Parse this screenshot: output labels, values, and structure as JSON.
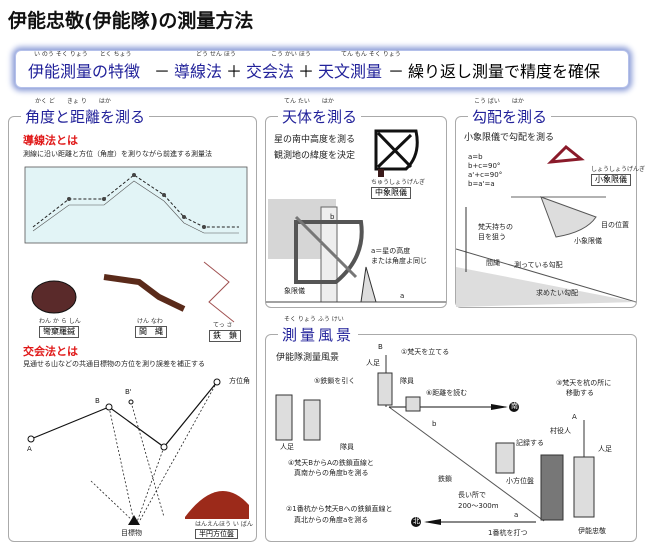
{
  "title": "伊能忠敬(伊能隊)の測量方法",
  "banner": {
    "items": [
      {
        "text": "伊能測量の特徴",
        "ruby": "い のう そく りょう　　とく ちょう"
      },
      {
        "text": "－"
      },
      {
        "text": "導線法",
        "ruby": "どう せん ほう"
      },
      {
        "text": "＋"
      },
      {
        "text": "交会法",
        "ruby": "こう かい ほう"
      },
      {
        "text": "＋"
      },
      {
        "text": "天文測量",
        "ruby": "てん もん そく りょう"
      },
      {
        "text": "－"
      },
      {
        "text": "繰り返し測量で精度を確保"
      }
    ]
  },
  "panel_angle": {
    "heading": "角度と距離を測る",
    "ruby": "かく ど　　きょ り　　はか",
    "dousen_title": "導線法とは",
    "dousen_desc": "測線に沿い距離と方位（角度）を測りながら前進する測量法",
    "instruments": [
      {
        "name": "彎窠羅鍼",
        "ruby": "わん か ら しん"
      },
      {
        "name": "間　縄",
        "ruby": "けん なわ"
      },
      {
        "name": "鉄　鎖",
        "ruby": "てっ さ"
      }
    ],
    "koukai_title": "交会法とは",
    "koukai_desc": "見通せる山などの共通目標物の方位を測り誤差を補正する",
    "labels": {
      "a": "A",
      "b": "B",
      "b2": "B'",
      "azimuth": "方位角",
      "target": "目標物"
    },
    "hanen": {
      "name": "半円方位盤",
      "ruby": "はんえんほう い ばん"
    }
  },
  "panel_sky": {
    "heading": "天体を測る",
    "ruby": "てん たい　　はか",
    "line1": "星の南中高度を測る",
    "line2": "観測地の緯度を決定",
    "instrument": {
      "name": "中象限儀",
      "ruby": "ちゅうしょうげんぎ"
    },
    "note1": "a＝星の高度",
    "note2": "または角度よ同じ",
    "label_quadrant": "象限儀",
    "label_a": "a",
    "label_b": "b"
  },
  "panel_slope": {
    "heading": "勾配を測る",
    "ruby": "こう ばい　　はか",
    "line1": "小象限儀で勾配を測る",
    "formulas": [
      "a=b",
      "b+c=90°",
      "a'+c=90°",
      "b=a'=a"
    ],
    "instrument": {
      "name": "小象限儀",
      "ruby": "しょうしょうげんぎ"
    },
    "eye": "目の位置",
    "small_q": "小象限儀",
    "bonten1": "梵天持ちの",
    "bonten2": "目を狙う",
    "rope": "間縄",
    "measuring": "測っている勾配",
    "wanted": "求めたい勾配"
  },
  "panel_scene": {
    "heading": "測量風景",
    "ruby": "そく りょう ふう けい",
    "subtitle": "伊能隊測量風景",
    "steps": [
      "①梵天を立てる",
      "②1番杭から梵天Bへの鉄鎖直線と",
      "真北からの角度aを測る",
      "③梵天を杭の所に",
      "移動する",
      "④梵天BからAの鉄鎖直線と",
      "真南からの角度bを測る",
      "⑤鉄鎖を引く",
      "⑥距離を読む"
    ],
    "labels": {
      "b": "B",
      "a": "A",
      "ninsoku1": "人足",
      "ninsoku2": "人足",
      "ninsoku3": "人足",
      "taiin1": "隊員",
      "taiin2": "隊員",
      "south": "南",
      "north": "北",
      "murayakunin": "村役人",
      "record": "記録する",
      "chain": "鉄鎖",
      "long1": "長い所で",
      "long2": "200〜300m",
      "kohoi": "小方位盤",
      "stake": "1番杭を打つ",
      "tadataka": "伊能忠敬",
      "angle_a": "a",
      "angle_b": "b"
    }
  }
}
